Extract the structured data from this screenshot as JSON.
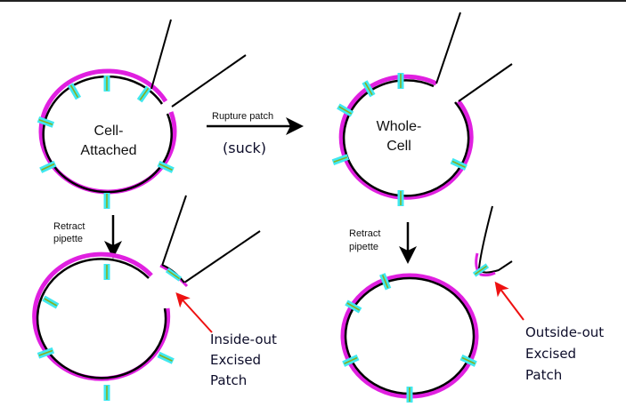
{
  "cells": {
    "cell_attached": [
      "Cell-",
      "Attached"
    ],
    "whole_cell": [
      "Whole-",
      "Cell"
    ]
  },
  "arrows": {
    "rupture": "Rupture patch",
    "suck": "(suck)",
    "retract_left": [
      "Retract",
      "pipette"
    ],
    "retract_right": [
      "Retract",
      "pipette"
    ]
  },
  "labels": {
    "inside_out": [
      "Inside-out",
      "Excised",
      "Patch"
    ],
    "outside_out": [
      "Outside-out",
      "Excised",
      "Patch"
    ]
  },
  "colors": {
    "membrane": "#e020e0",
    "channel": "#40e8f0",
    "channel_core": "#88b020",
    "pointer": "#ee1111"
  }
}
